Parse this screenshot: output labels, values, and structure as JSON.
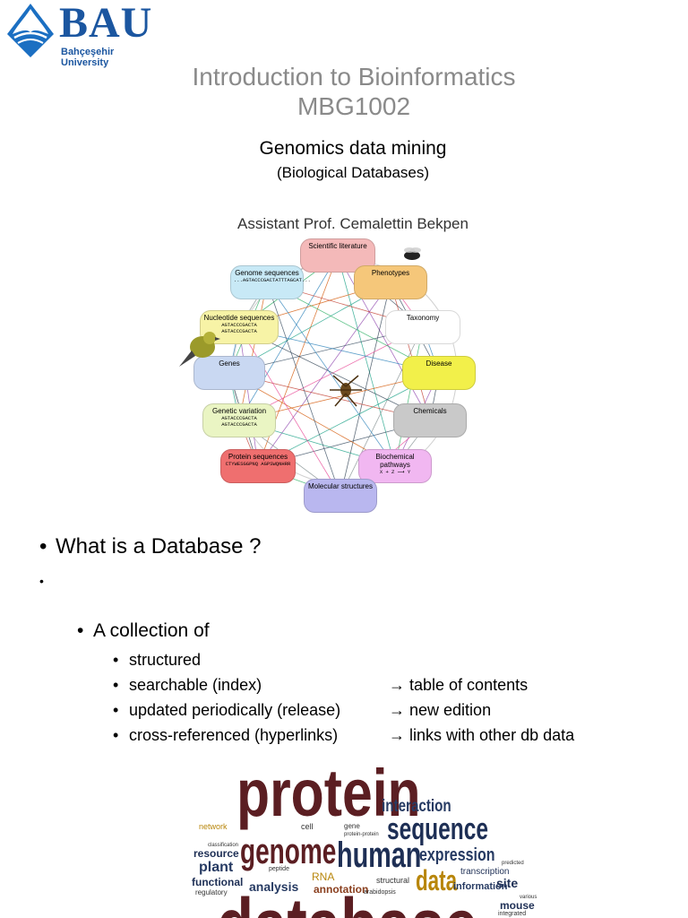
{
  "logo": {
    "name": "BAU",
    "university": "Bahçeşehir University"
  },
  "header": {
    "course_title": "Introduction to Bioinformatics",
    "course_code": "MBG1002",
    "topic": "Genomics data mining",
    "topic_sub": "(Biological Databases)",
    "author": "Assistant Prof. Cemalettin Bekpen"
  },
  "network": {
    "nodes": [
      {
        "label": "Scientific literature",
        "seq": ""
      },
      {
        "label": "Phenotypes",
        "seq": ""
      },
      {
        "label": "Taxonomy",
        "seq": ""
      },
      {
        "label": "Disease",
        "seq": ""
      },
      {
        "label": "Chemicals",
        "seq": ""
      },
      {
        "label": "Biochemical pathways",
        "seq": "X + Z ⟶ Y"
      },
      {
        "label": "Molecular structures",
        "seq": ""
      },
      {
        "label": "Protein sequences",
        "seq": "CTYWESGGPNQ AGPSWQNHRR"
      },
      {
        "label": "Genetic variation",
        "seq": "AGTACCCGACTA AGTACCCGACTA"
      },
      {
        "label": "Genes",
        "seq": ""
      },
      {
        "label": "Nucleotide sequences",
        "seq": "AGTACCCGACTA AGTACCCGACTA"
      },
      {
        "label": "Genome sequences",
        "seq": "...AGTACCCGACTATTTAGCAT..."
      }
    ],
    "colors": [
      "#f4b9b9",
      "#f5c77a",
      "#ffffff",
      "#f2f04a",
      "#c9c9c9",
      "#f1b7f1",
      "#b9b7ef",
      "#ef6f6f",
      "#eaf5c3",
      "#c9d8f2",
      "#f7f3a6",
      "#c8e9f6"
    ]
  },
  "content": {
    "q": "What is a Database ?",
    "empty_bullet": "",
    "collection": "A collection of",
    "items": [
      {
        "term": "structured",
        "analogy": ""
      },
      {
        "term": "searchable (index)",
        "analogy": "table of contents"
      },
      {
        "term": "updated periodically (release)",
        "analogy": "new edition"
      },
      {
        "term": "cross-referenced (hyperlinks)",
        "analogy": "links with other db data"
      }
    ],
    "bullet_char": "•",
    "arrow": "→"
  },
  "wordcloud": {
    "words": [
      "protein",
      "interaction",
      "sequence",
      "genome",
      "human",
      "expression",
      "data",
      "database",
      "network",
      "resource",
      "plant",
      "functional",
      "regulatory",
      "analysis",
      "annotation",
      "RNA",
      "structural",
      "transcription",
      "site",
      "information",
      "mouse",
      "cell",
      "gene",
      "protein-protein",
      "predicted",
      "classification",
      "peptide",
      "arabidopsis",
      "integrated",
      "various"
    ]
  }
}
